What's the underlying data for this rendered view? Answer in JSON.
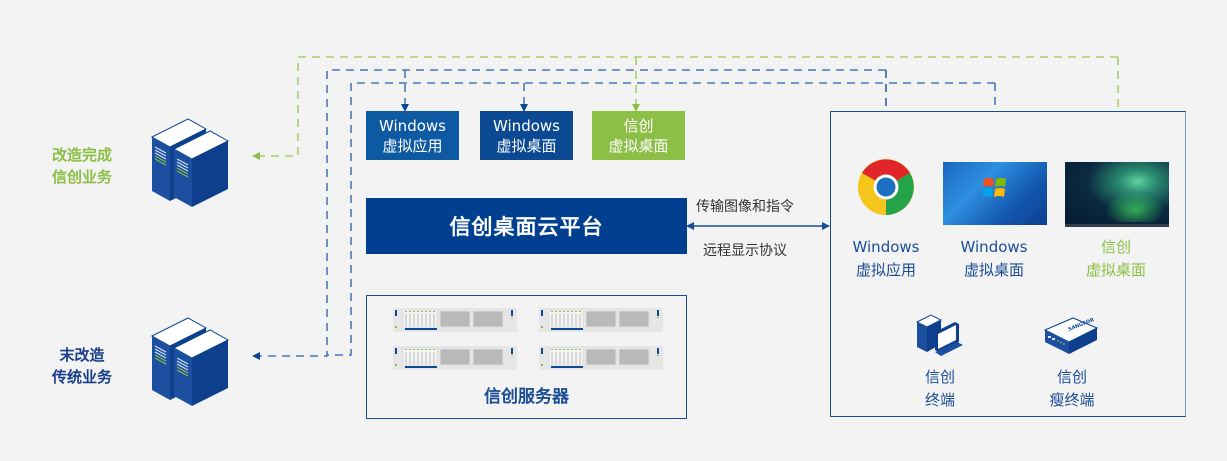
{
  "left": {
    "migrated": {
      "line1": "改造完成",
      "line2": "信创业务",
      "color": "#8cbf45"
    },
    "legacy": {
      "line1": "末改造",
      "line2": "传统业务",
      "color": "#1a3f8a"
    }
  },
  "tags": [
    {
      "line1": "Windows",
      "line2": "虚拟应用",
      "color": "#0e5aa2"
    },
    {
      "line1": "Windows",
      "line2": "虚拟桌面",
      "color": "#0b4a92"
    },
    {
      "line1": "信创",
      "line2": "虚拟桌面",
      "color": "#8cbf45"
    }
  ],
  "platform": {
    "title": "信创桌面云平台",
    "color": "#003f8f"
  },
  "protocol": {
    "top": "传输图像和指令",
    "bottom": "远程显示协议"
  },
  "servers": {
    "title": "信创服务器",
    "count": 4
  },
  "clients": {
    "items": [
      {
        "icon": "chrome-icon",
        "line1": "Windows",
        "line2": "虚拟应用",
        "tone": "blue"
      },
      {
        "icon": "windows-desktop-icon",
        "line1": "Windows",
        "line2": "虚拟桌面",
        "tone": "blue"
      },
      {
        "icon": "xinchuang-desktop-icon",
        "line1": "信创",
        "line2": "虚拟桌面",
        "tone": "green"
      }
    ],
    "terminals": [
      {
        "icon": "pc-terminal-icon",
        "line1": "信创",
        "line2": "终端"
      },
      {
        "icon": "thin-client-icon",
        "line1": "信创",
        "line2": "瘦终端",
        "brand": "SANGFOR"
      }
    ]
  },
  "colors": {
    "blue_line": "#2a5ea8",
    "green_line": "#8cbf45",
    "background": "#f3f3f3"
  }
}
